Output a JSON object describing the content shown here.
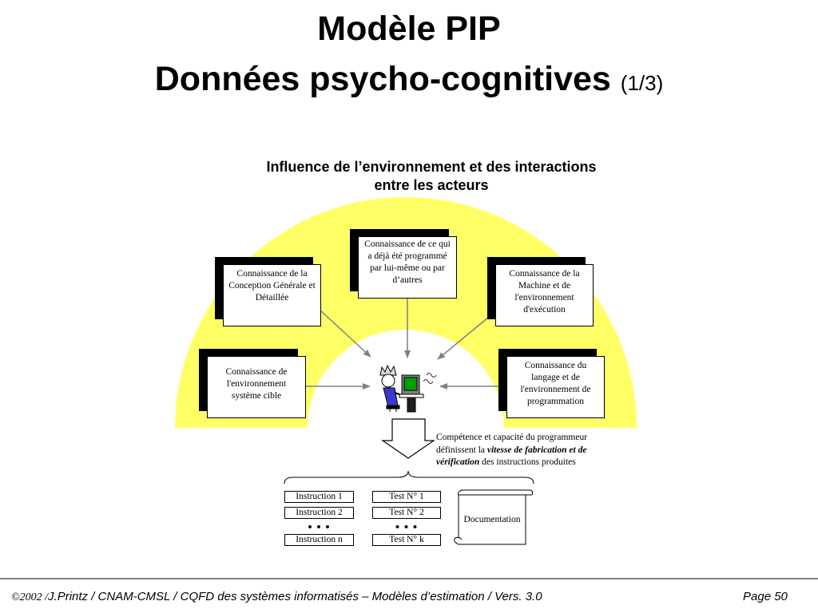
{
  "title": {
    "line1": "Modèle PIP",
    "line2": "Données psycho-cognitives",
    "part": "(1/3)"
  },
  "diagram": {
    "subtitle": "Influence de l’environnement et des interactions entre les acteurs",
    "center_icon": "programmer-at-computer-icon",
    "knowledge_boxes": [
      "Connaissance de la Conception Générale et Détaillée",
      "Connaissance de ce qui a déjà été programmé par lui-même ou par d’autres",
      "Connaissance de la Machine et de l'environnement d'exécution",
      "Connaissance de l'environnement système cible",
      "Connaissance du langage et de l'environnement de programmation"
    ],
    "competence": {
      "before": "Compétence et capacité du programmeur définissent la ",
      "emphasis": "vitesse de fabrication et de vérification",
      "after": " des instructions produites"
    },
    "instructions": [
      "Instruction 1",
      "Instruction 2",
      "Instruction n"
    ],
    "tests": [
      "Test N° 1",
      "Test N° 2",
      "Test N° k"
    ],
    "ellipsis": "• • •",
    "documentation": "Documentation"
  },
  "footer": {
    "copyright": "©2002 /",
    "text": "J.Printz / CNAM-CMSL / CQFD des systèmes informatisés – Modèles d’estimation / Vers. 3.0",
    "page": "Page 50"
  },
  "colors": {
    "halo": "#FFFF66",
    "arrow": "#808080",
    "box_shadow": "#000000"
  }
}
